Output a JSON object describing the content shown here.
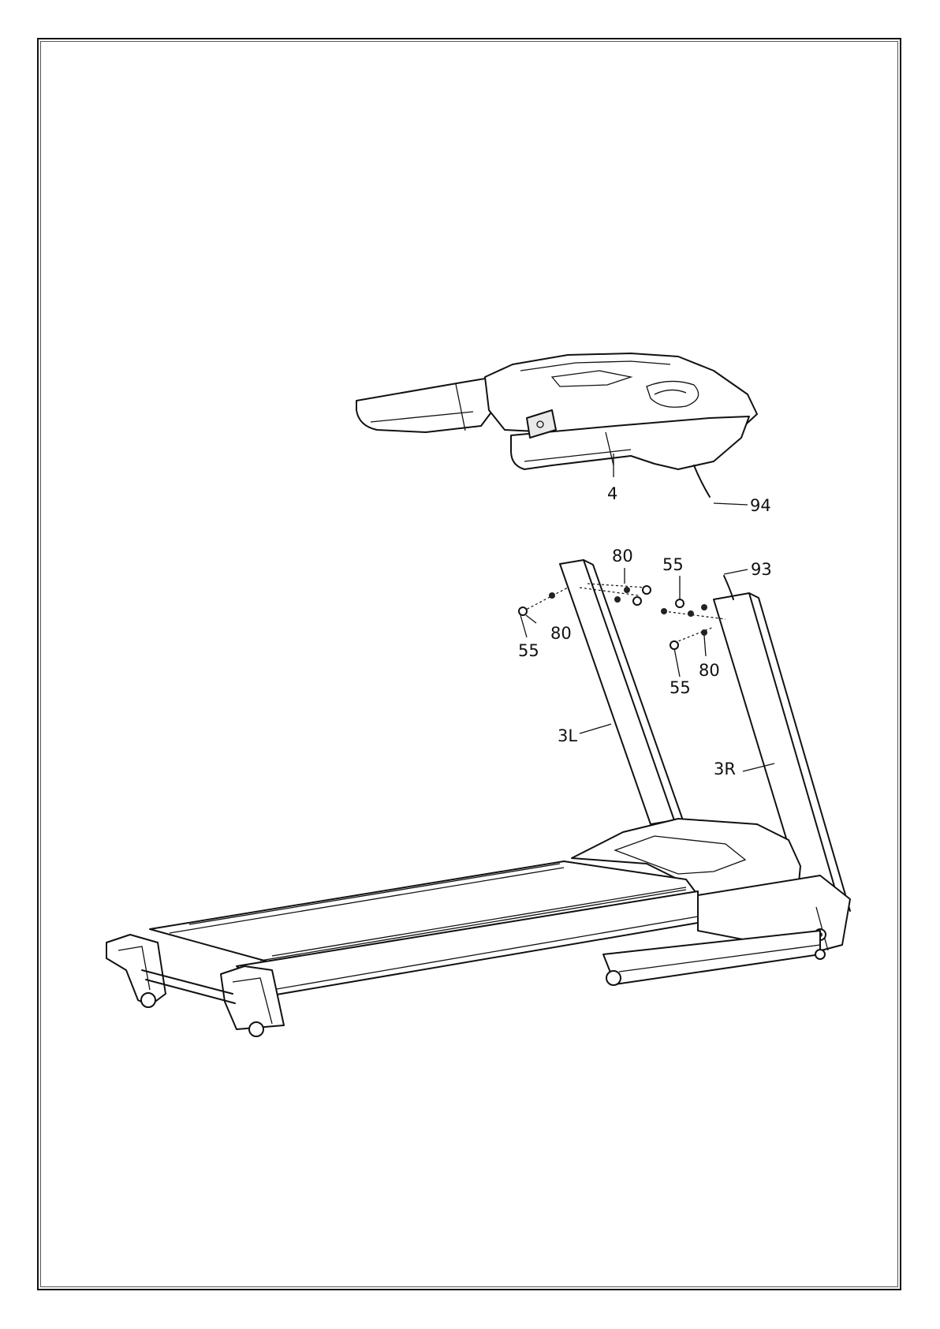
{
  "diagram": {
    "labels": {
      "console": "4",
      "cable_upper": "94",
      "cable_lower": "93",
      "washer_a": "80",
      "washer_b": "80",
      "washer_c": "80",
      "bolt_a": "55",
      "bolt_b": "55",
      "bolt_c": "55",
      "upright_left": "3L",
      "upright_right": "3R"
    }
  }
}
